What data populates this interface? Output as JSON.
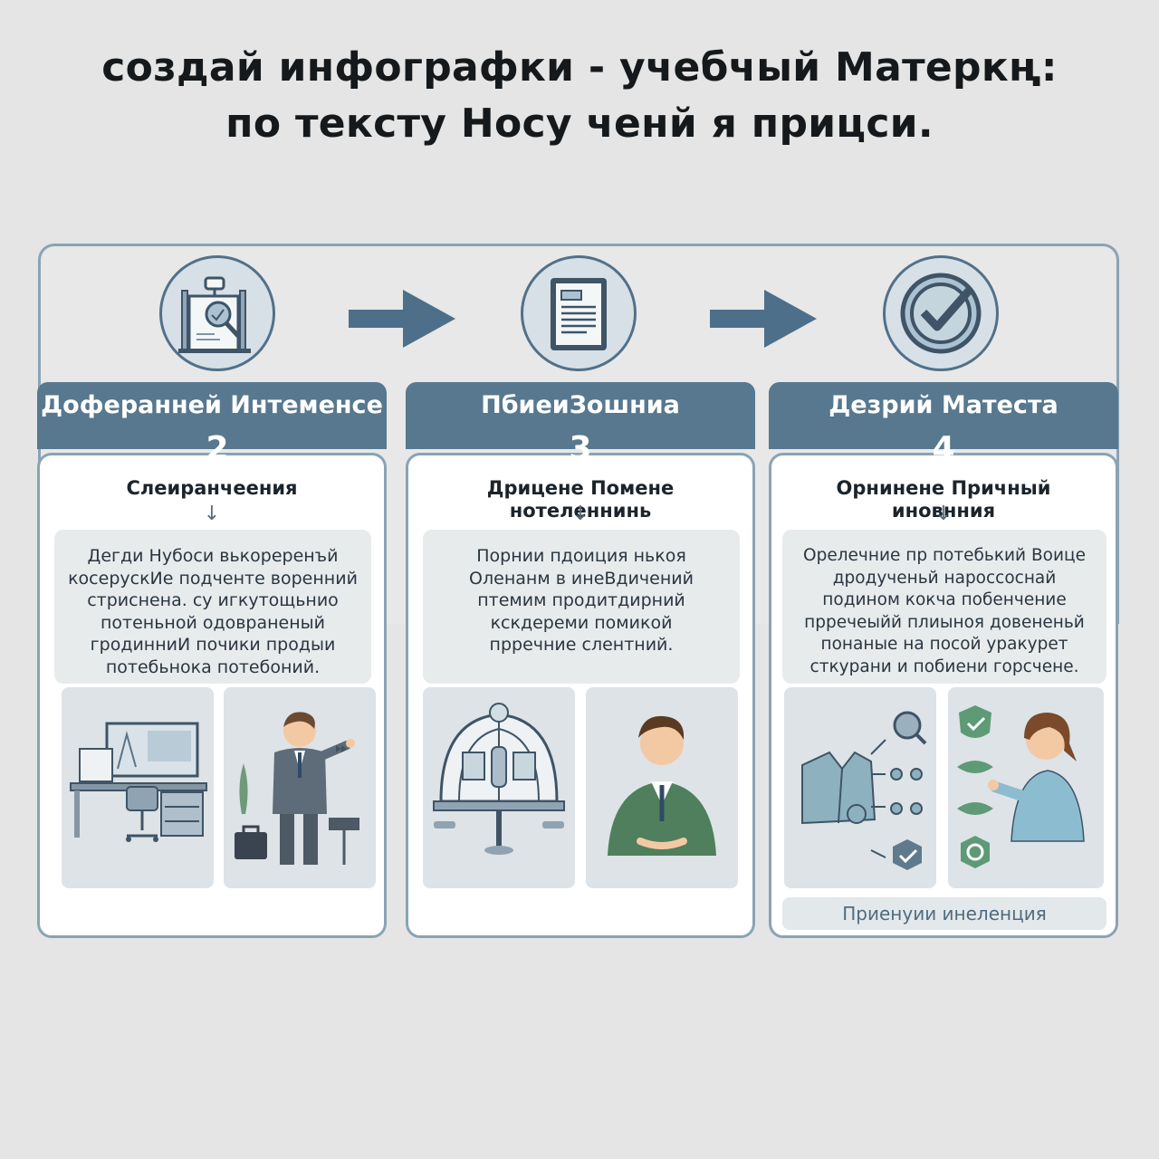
{
  "title": {
    "line1": "создай инфографки - учебчый Матеркң:",
    "line2": "по тексту Носу ченй я прицси."
  },
  "colors": {
    "accent": "#57788f",
    "border": "#8aa3b5",
    "arrow": "#4d6f8a",
    "background": "#e4e5e4"
  },
  "steps": [
    {
      "icon": "clipboard-magnifier-icon",
      "header": "Доферанней Интеменсе",
      "number": "2",
      "subtitle": "Слеиранчеения",
      "text": "Дегди Нубоси вькореренъй\nкосерускИе подченте воренний\nстриснена. су игкутощьнио\nпотеньной одовраненый\nгродинниИ почики продыи\nпотебьнока потебоний.",
      "illustrations": [
        "computer-desk-icon",
        "businessman-presenting-icon"
      ]
    },
    {
      "icon": "document-icon",
      "header": "ПбиеиЗошниа",
      "number": "3",
      "subtitle": "Дрицене Помене\nнотеленнинь",
      "text": "Порнии пдоиция нькоя\nОленанм в  инеВдичений\nптемим продитдирний\nкскдереми помикой\nпрречние слентний.",
      "illustrations": [
        "dome-machine-icon",
        "man-in-suit-icon"
      ]
    },
    {
      "icon": "checkmark-badge-icon",
      "header": "Дезрий Матеста",
      "number": "4",
      "subtitle": "Орнинене Причный\nиновнния",
      "text": "Орелечние пр потебький Воице\nдродученьй нароссоснай\nподином кокча побенчение\nпрречеыйй плиыноя довененьй\nпонаные на посой уракурет\nсткурани и побиени горсчене.",
      "illustrations": [
        "jacket-process-icon",
        "woman-checklist-icon"
      ],
      "footer": "Приенуии инеленция"
    }
  ]
}
